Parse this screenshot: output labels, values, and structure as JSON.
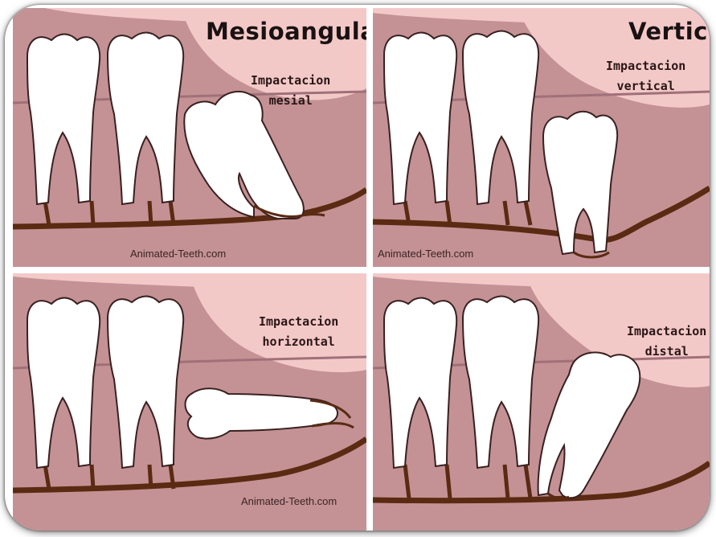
{
  "colors": {
    "gum": "#c49294",
    "soft_tissue": "#f3c9c8",
    "bone_line": "#5a2a12",
    "tooth": "#ffffff",
    "tooth_outline": "#3a2020"
  },
  "panels": [
    {
      "title": "Mesioangular",
      "label": [
        "Impactacion",
        "mesial"
      ],
      "watermark": "Animated-Teeth.com"
    },
    {
      "title": "Vertic",
      "label": [
        "Impactacion",
        "vertical"
      ],
      "watermark": "Animated-Teeth.com"
    },
    {
      "title": "",
      "label": [
        "Impactacion",
        "horizontal"
      ],
      "watermark": "Animated-Teeth.com"
    },
    {
      "title": "",
      "label": [
        "Impactacion",
        "distal"
      ],
      "watermark": ""
    }
  ]
}
